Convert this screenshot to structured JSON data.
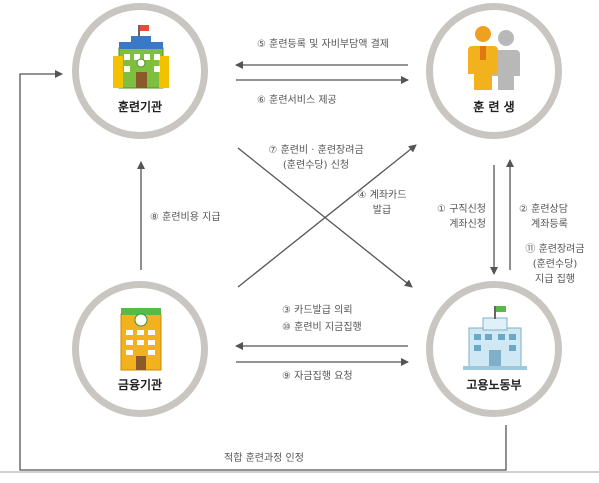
{
  "nodes": {
    "training_institution": "훈련기관",
    "trainee": "훈 련 생",
    "financial_institution": "금융기관",
    "labor_ministry": "고용노동부"
  },
  "edges": {
    "e5": "⑤ 훈련등록 및 자비부담액 결제",
    "e6": "⑥ 훈련서비스 제공",
    "e7_line1": "⑦ 훈련비 · 훈련장려금",
    "e7_line2": "(훈련수당) 신청",
    "e4_line1": "④ 계좌카드",
    "e4_line2": "발급",
    "e8": "⑧ 훈련비용 지급",
    "e1_line1": "① 구직신청",
    "e1_line2": "계좌신청",
    "e2_line1": "② 훈련상담",
    "e2_line2": "계좌등록",
    "e11_line1": "⑪ 훈련장려금",
    "e11_line2": "(훈련수당)",
    "e11_line3": "지급 집행",
    "e3": "③ 카드발급 의뢰",
    "e10": "⑩ 훈련비 지금집행",
    "e9": "⑨ 자금집행 요청",
    "eligible": "적합 훈련과정 인정"
  },
  "colors": {
    "ring": "#c9c6c1",
    "arrow": "#555555"
  }
}
